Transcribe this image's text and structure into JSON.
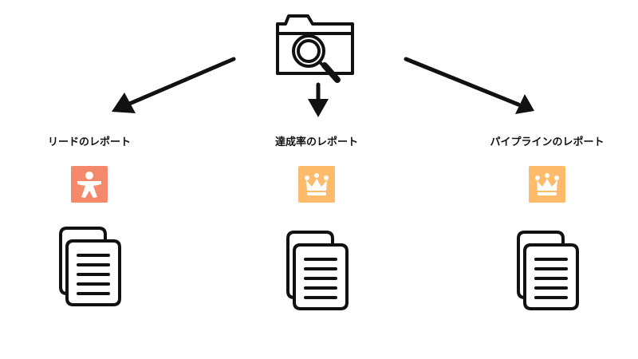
{
  "colors": {
    "ink": "#111111",
    "badge_lead": "#f4896b",
    "badge_crown": "#fdbb6b",
    "badge_glyph": "#ffffff"
  },
  "source": {
    "icon": "folder-search-icon"
  },
  "branches": [
    {
      "label": "リードのレポート",
      "badge_icon": "person-star-icon",
      "doc_icon": "documents-icon"
    },
    {
      "label": "達成率のレポート",
      "badge_icon": "crown-icon",
      "doc_icon": "documents-icon"
    },
    {
      "label": "パイプラインのレポート",
      "badge_icon": "crown-icon",
      "doc_icon": "documents-icon"
    }
  ]
}
